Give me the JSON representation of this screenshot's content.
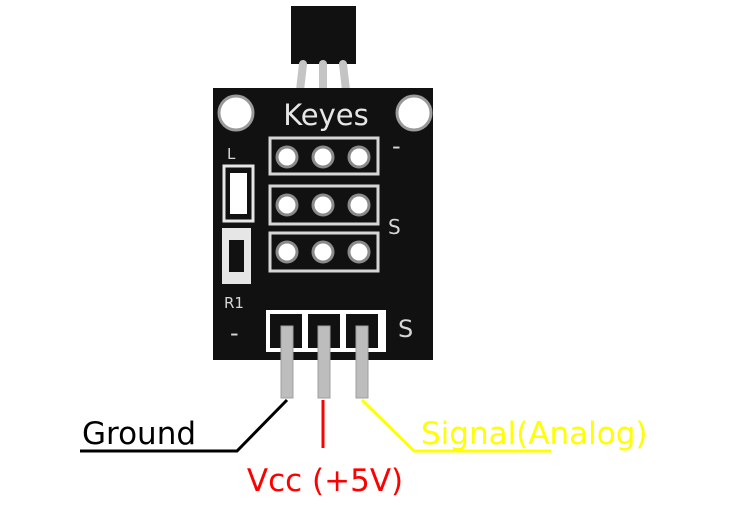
{
  "board": {
    "brand": "Keyes",
    "label_l": "L",
    "label_r1": "R1",
    "minus_top": "-",
    "s_mid": "S",
    "minus_bottom": "-",
    "s_bottom": "S"
  },
  "labels": {
    "ground": "Ground",
    "vcc": "Vcc (+5V)",
    "signal": "Signal(Analog)"
  },
  "colors": {
    "board": "#111111",
    "ground_line": "#000000",
    "vcc_line": "#ff0000",
    "signal_line": "#ffff00",
    "pin": "#bdbdbd"
  }
}
